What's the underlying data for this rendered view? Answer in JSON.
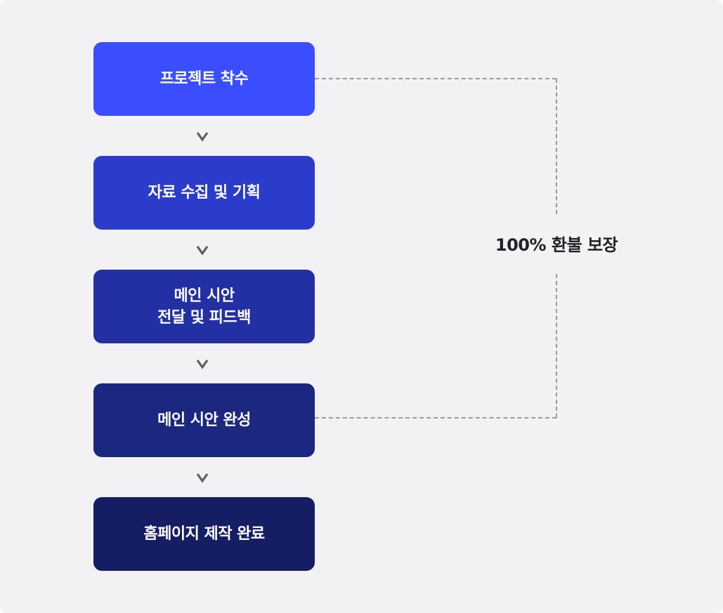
{
  "diagram": {
    "type": "process-flow",
    "steps": [
      {
        "lines": [
          "프로젝트 착수"
        ],
        "color": "#3A4EFF"
      },
      {
        "lines": [
          "자료 수집 및 기획"
        ],
        "color": "#2B3BCC"
      },
      {
        "lines": [
          "메인 시안",
          "전달 및 피드백"
        ],
        "color": "#2330A3"
      },
      {
        "lines": [
          "메인 시안 완성"
        ],
        "color": "#1C2780"
      },
      {
        "lines": [
          "홈페이지 제작 완료"
        ],
        "color": "#161E63"
      }
    ],
    "connector_glyph": "v",
    "connector_color": "#5f5f63",
    "bracket": {
      "label": "100% 환불 보장",
      "from_step": 1,
      "to_step": 4,
      "line_color": "#9a9a9e",
      "style": "dashed"
    },
    "background": "#f2f2f5"
  }
}
